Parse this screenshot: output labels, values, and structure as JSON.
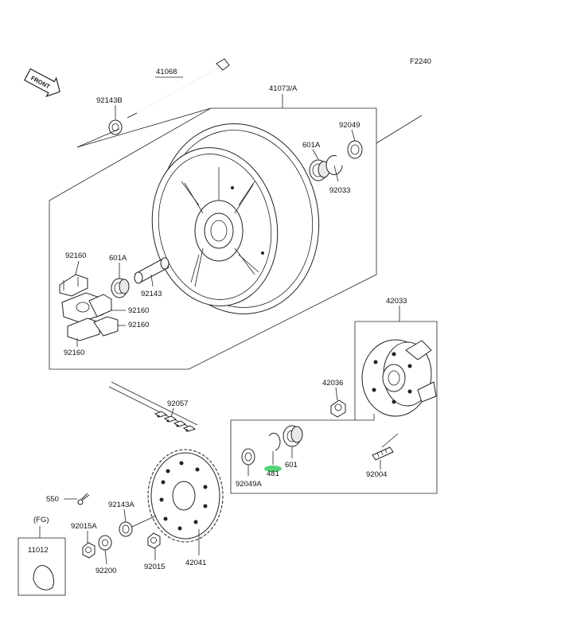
{
  "diagram_code": "F2240",
  "front_label": "FRONT",
  "highlight_color": "#55d47a",
  "fg_group": {
    "header": "(FG)",
    "part": "11012"
  },
  "labels": {
    "l41068": "41068",
    "l92143B": "92143B",
    "l41073": "41073/A",
    "l92049": "92049",
    "l601A_top": "601A",
    "l92033": "92033",
    "l92160_a": "92160",
    "l601A_left": "601A",
    "l92143": "92143",
    "l92160_b": "92160",
    "l92160_c": "92160",
    "l92160_d": "92160",
    "l42033": "42033",
    "l42036": "42036",
    "l92057": "92057",
    "l601": "601",
    "l481": "481",
    "l92049A": "92049A",
    "l92004": "92004",
    "l550": "550",
    "l92143A": "92143A",
    "l92015A": "92015A",
    "l92200": "92200",
    "l92015": "92015",
    "l42041": "42041"
  }
}
